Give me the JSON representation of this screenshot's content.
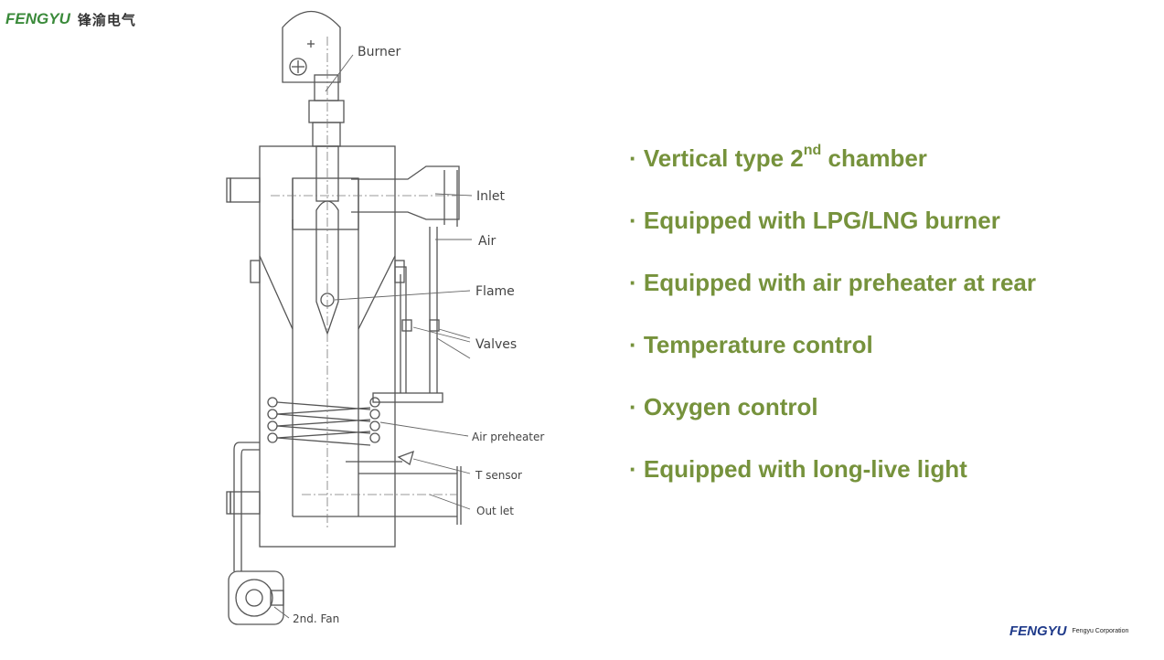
{
  "logo": {
    "word_a": "FE",
    "word_b": "NGYU",
    "cn": "锋渝电气",
    "corporation": "Fengyu Corporation"
  },
  "colors": {
    "bullet": "#76923c",
    "logo_green": "#3a8a3a",
    "logo_red": "#d62c2c",
    "logo_blue": "#1f3a8a"
  },
  "diagram": {
    "labels": {
      "burner": "Burner",
      "inlet": "Inlet",
      "air": "Air",
      "flame": "Flame",
      "valves": "Valves",
      "air_preheater": "Air preheater",
      "t_sensor": "T sensor",
      "outlet": "Out let",
      "fan": "2nd. Fan"
    }
  },
  "bullets": [
    {
      "text_pre": "· Vertical type 2",
      "sup": "nd",
      "text_post": " chamber"
    },
    {
      "text": "· Equipped with LPG/LNG burner"
    },
    {
      "text": "· Equipped with air preheater at rear"
    },
    {
      "text": "· Temperature control"
    },
    {
      "text": "· Oxygen control"
    },
    {
      "text": "· Equipped with long-live light"
    }
  ]
}
